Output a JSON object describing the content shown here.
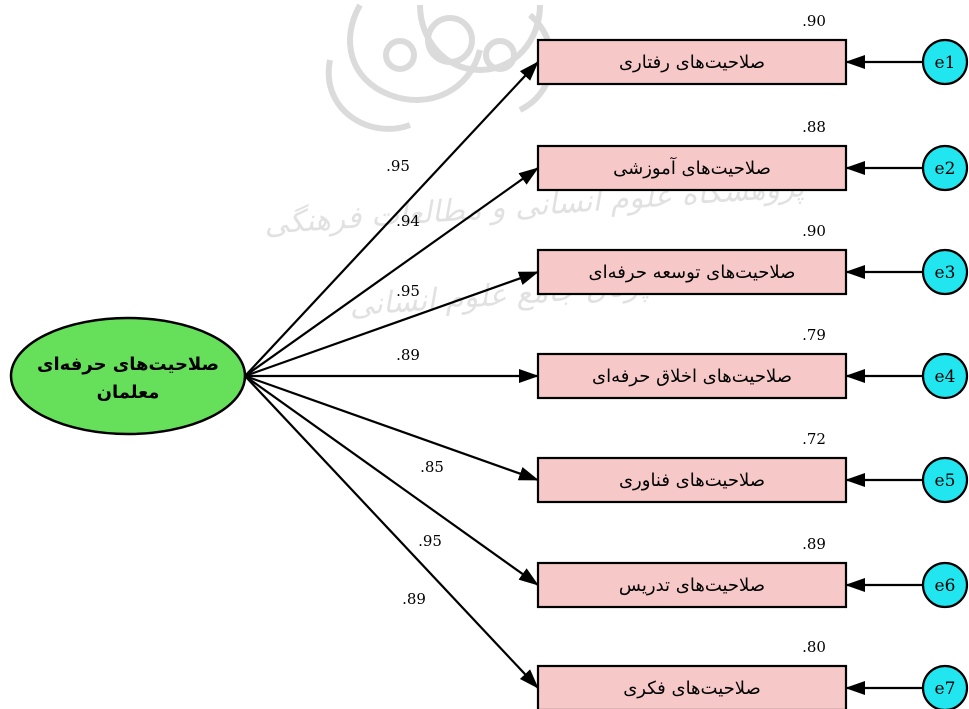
{
  "colors": {
    "latent_fill": "#66e05a",
    "observed_fill": "#f7c8c8",
    "error_fill": "#22e6ef",
    "stroke": "#000000",
    "watermark": "#c9c9c9"
  },
  "latent": {
    "line1": "صلاحیت‌های حرفه‌ای",
    "line2": "معلمان"
  },
  "indicators": [
    {
      "label": "صلاحیت‌های رفتاری",
      "error": "e1",
      "r2": ".90",
      "loading": ".95"
    },
    {
      "label": "صلاحیت‌های آموزشی",
      "error": "e2",
      "r2": ".88",
      "loading": ".94"
    },
    {
      "label": "صلاحیت‌های توسعه حرفه‌ای",
      "error": "e3",
      "r2": ".90",
      "loading": ".95"
    },
    {
      "label": "صلاحیت‌های اخلاق حرفه‌ای",
      "error": "e4",
      "r2": ".79",
      "loading": ".89"
    },
    {
      "label": "صلاحیت‌های فناوری",
      "error": "e5",
      "r2": ".72",
      "loading": ".85"
    },
    {
      "label": "صلاحیت‌های تدریس",
      "error": "e6",
      "r2": ".89",
      "loading": ".95"
    },
    {
      "label": "صلاحیت‌های فکری",
      "error": "e7",
      "r2": ".80",
      "loading": ".89"
    }
  ],
  "watermark": {
    "line1": "پژوهشگاه علوم انسانی و مطالعات فرهنگی",
    "line2": "پرتال جامع علوم انسانی"
  }
}
